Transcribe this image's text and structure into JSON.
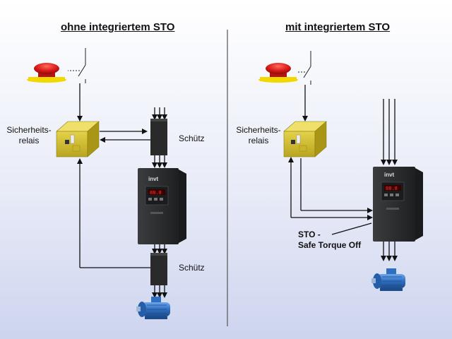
{
  "panels": {
    "left": {
      "title": "ohne integriertem STO",
      "relay_label_1": "Sicherheits-",
      "relay_label_2": "relais",
      "contactor_top_label": "Schütz",
      "contactor_bottom_label": "Schütz"
    },
    "right": {
      "title": "mit integriertem STO",
      "relay_label_1": "Sicherheits-",
      "relay_label_2": "relais",
      "sto_label_1": "STO -",
      "sto_label_2": "Safe Torque Off"
    }
  },
  "drive": {
    "brand": "invt",
    "display": "88.8"
  },
  "colors": {
    "relay": "#d8c63a",
    "button_red": "#d81818",
    "button_base": "#f2d800",
    "drive_body": "#2f3133",
    "contactor": "#2a2a2a",
    "motor": "#2f6fc0",
    "wire": "#111111"
  }
}
